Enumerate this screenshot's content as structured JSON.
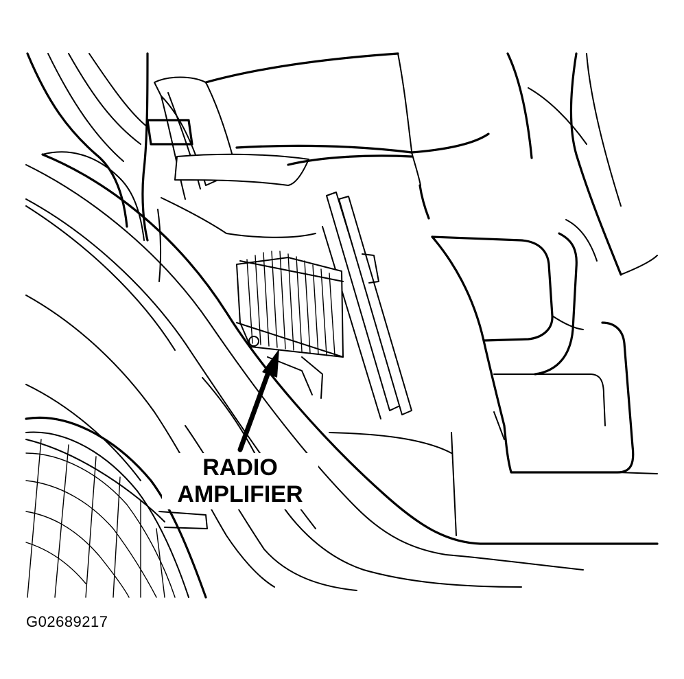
{
  "callout": {
    "line1": "RADIO",
    "line2": "AMPLIFIER"
  },
  "figure_id": "G02689217",
  "colors": {
    "ink": "#000000",
    "paper": "#ffffff"
  }
}
